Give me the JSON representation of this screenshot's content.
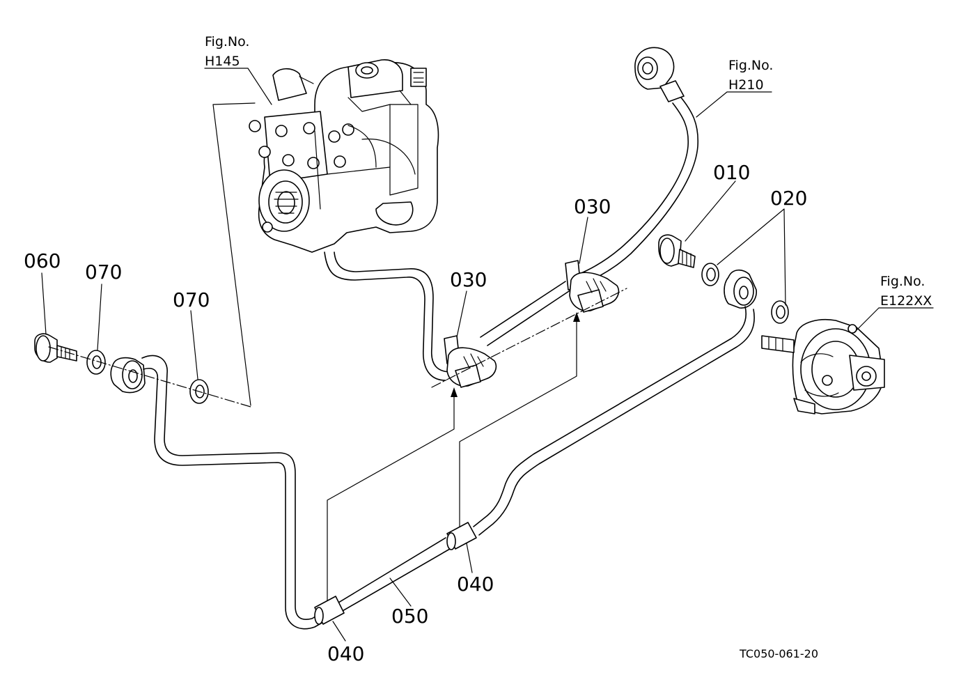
{
  "figure_refs": {
    "pump": {
      "line1": "Fig.No.",
      "line2": "H145"
    },
    "pipe": {
      "line1": "Fig.No.",
      "line2": "H210"
    },
    "valve": {
      "line1": "Fig.No.",
      "line2": "E122XX"
    }
  },
  "parts": {
    "p010": "010",
    "p020": "020",
    "p030_upper": "030",
    "p030_lower": "030",
    "p040_right": "040",
    "p040_bottom": "040",
    "p050": "050",
    "p060": "060",
    "p070_left": "070",
    "p070_right": "070"
  },
  "drawing_code": "TC050-061-20"
}
